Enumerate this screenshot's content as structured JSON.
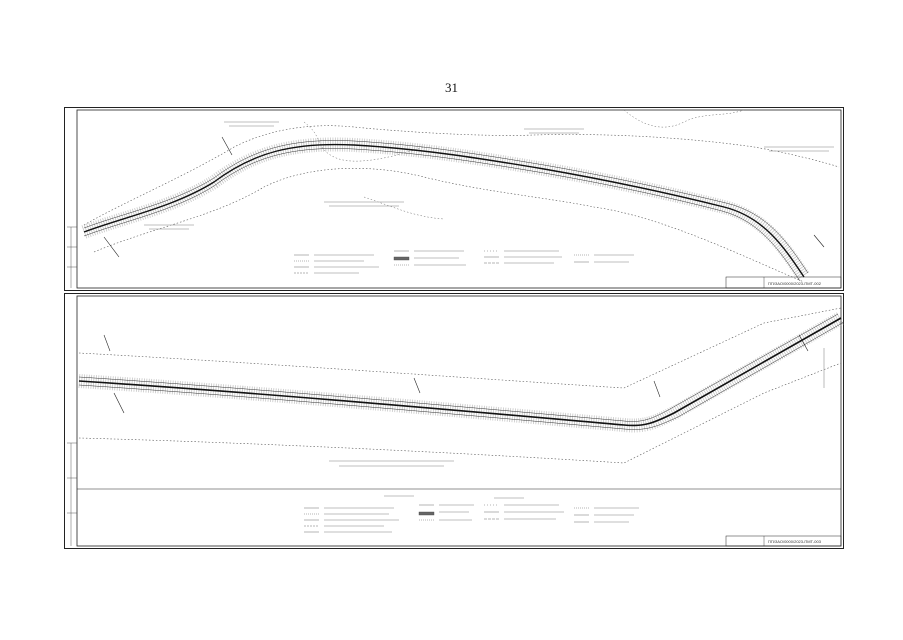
{
  "page": {
    "number": "31"
  },
  "sheets": [
    {
      "id": "top",
      "stamp_code": "ПП/ЗАО/0000/2023-ПМТ-002"
    },
    {
      "id": "bottom",
      "stamp_code": "ПП/ЗАО/0000/2023-ПМТ-003"
    }
  ],
  "colors": {
    "ink": "#222222",
    "paper": "#ffffff"
  }
}
